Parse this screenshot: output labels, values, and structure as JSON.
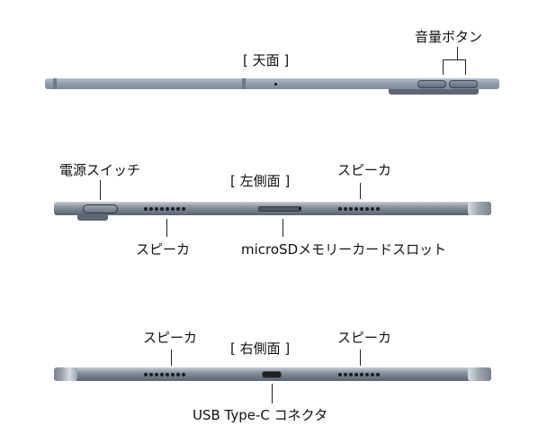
{
  "top_view": {
    "title": "[ 天面 ]",
    "callouts": {
      "volume_buttons": "音量ボタン"
    }
  },
  "left_view": {
    "title": "[ 左側面 ]",
    "callouts": {
      "power_switch": "電源スイッチ",
      "speaker_top": "スピーカ",
      "speaker_bottom": "スピーカ",
      "microsd_slot": "microSDメモリーカードスロット"
    }
  },
  "right_view": {
    "title": "[ 右側面 ]",
    "callouts": {
      "speaker_left": "スピーカ",
      "speaker_right": "スピーカ",
      "usb_c": "USB Type-C コネクタ"
    }
  }
}
